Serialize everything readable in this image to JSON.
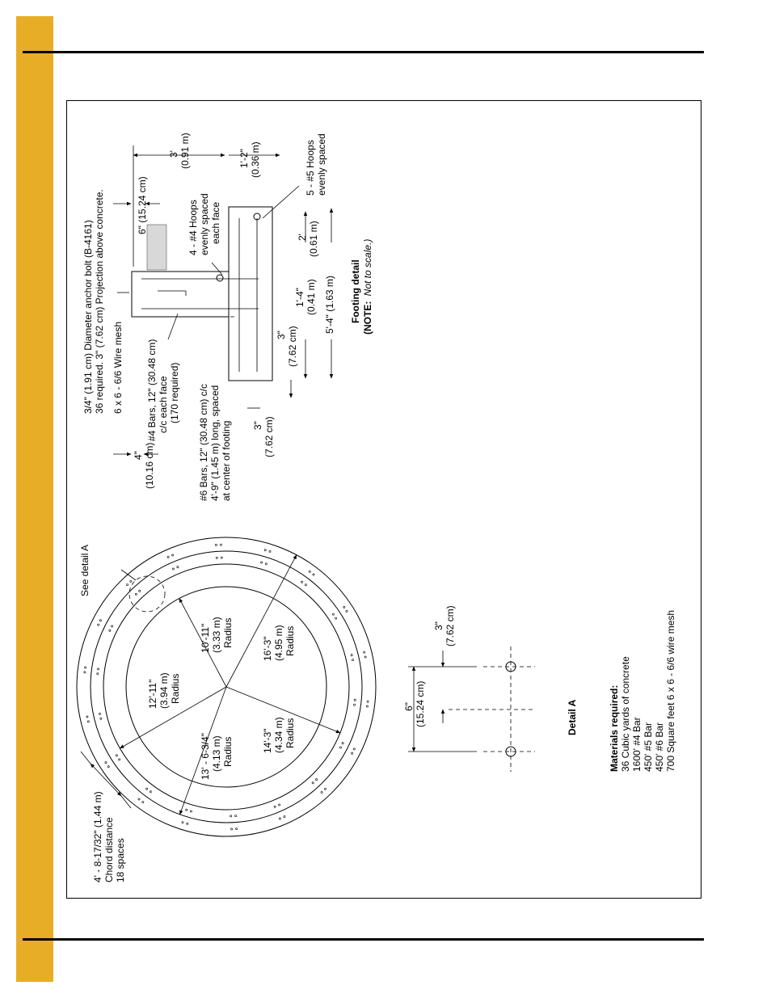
{
  "materials": {
    "title": "Materials required:",
    "items": [
      "36 Cubic yards of concrete",
      "1600' #4 Bar",
      "450' #5 Bar",
      "450' #6 Bar",
      "700 Square feet 6 x 6 - 6/6 wire mesh"
    ]
  },
  "plan": {
    "see_detail": "See detail A",
    "chord": [
      "4' - 8-17/32\" (1.44 m)",
      "Chord distance",
      "18 spaces"
    ],
    "r1": [
      "10'-11\"",
      "(3.33 m)",
      "Radius"
    ],
    "r2": [
      "12'-11\"",
      "(3.94 m)",
      "Radius"
    ],
    "r3": [
      "13' - 6-3/4\"",
      "(4.13 m)",
      "Radius"
    ],
    "r4": [
      "14'-3\"",
      "(4.34 m)",
      "Radius"
    ],
    "r5": [
      "16'-3\"",
      "(4.95 m)",
      "Radius"
    ]
  },
  "detail_a": {
    "title": "Detail A",
    "dim6": [
      "6\"",
      "(15.24 cm)"
    ],
    "dim3": [
      "3\"",
      "(7.62 cm)"
    ]
  },
  "footing": {
    "title": "Footing detail",
    "note_bold": "(NOTE:",
    "note_italic": "Not to scale.)",
    "anchor": [
      "3/4\" (1.91 cm) Diameter anchor bolt (B-4161)",
      "36 required. 3\" (7.62 cm) Projection above concrete."
    ],
    "mesh": "6 x 6 - 6/6 Wire mesh",
    "bars4": [
      "#4 Bars, 12\" (30.48 cm)",
      "c/c each face",
      "(170 required)"
    ],
    "bars6": [
      "#6 Bars, 12\" (30.48 cm) c/c",
      "4'-9\" (1.45 m) long, spaced",
      "at center of footing"
    ],
    "hoops4": [
      "4 - #4 Hoops",
      "evenly spaced",
      "each face"
    ],
    "hoops5": [
      "5 - #5 Hoops",
      "evenly spaced"
    ],
    "dim_3ft": [
      "3'",
      "(0.91 m)"
    ],
    "dim_1ft2": [
      "1'-2\"",
      "(0.36 m)"
    ],
    "dim_6in": "6\" (15.24 cm)",
    "dim_4in": [
      "4\"",
      "(10.16 cm)"
    ],
    "dim_3in_a": [
      "3\"",
      "(7.62 cm)"
    ],
    "dim_3in_b": [
      "3\"",
      "(7.62 cm)"
    ],
    "dim_1ft4": [
      "1'-4\"",
      "(0.41 m)"
    ],
    "dim_2ft": [
      "2'",
      "(0.61 m)"
    ],
    "dim_5ft4": "5'-4\" (1.63 m)"
  }
}
